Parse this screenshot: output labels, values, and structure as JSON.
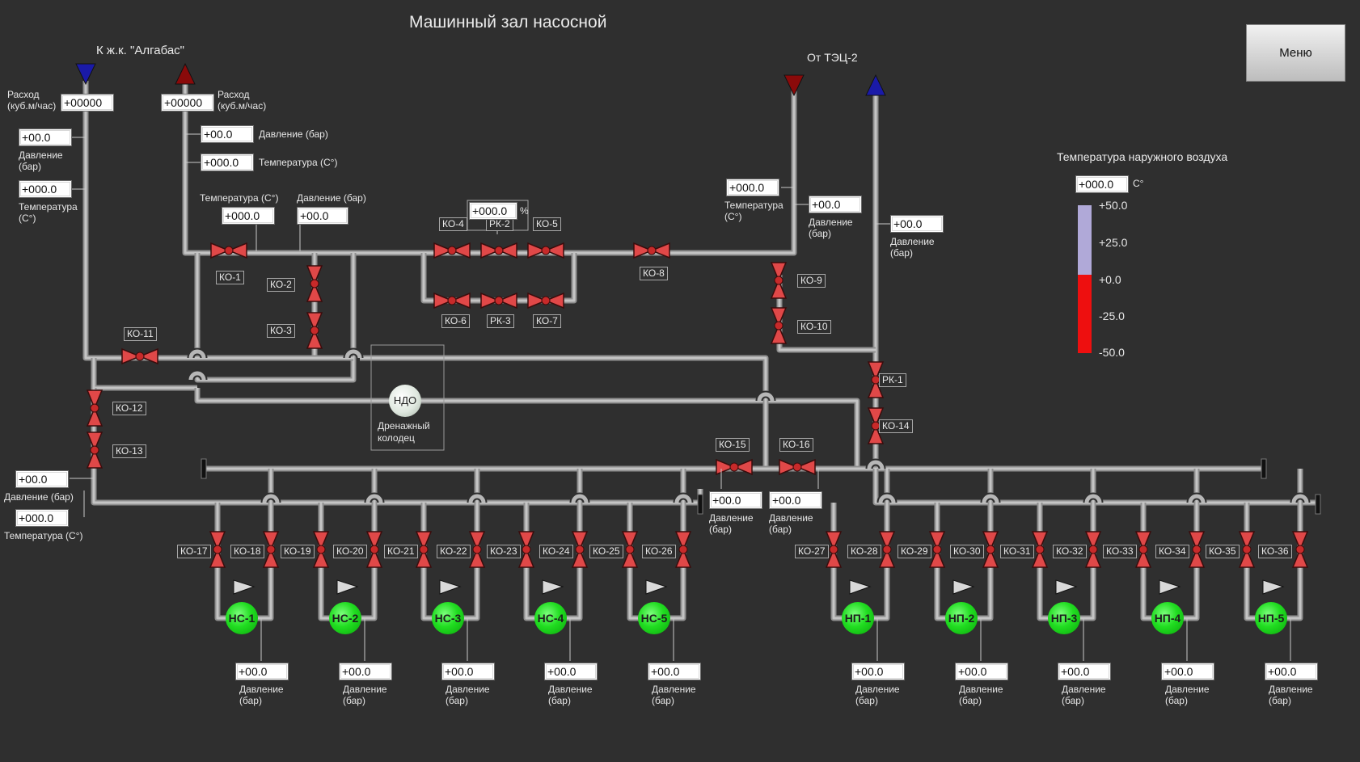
{
  "header": {
    "title": "Машинный зал насосной"
  },
  "menu_button": {
    "label": "Меню"
  },
  "directions": {
    "to_algabas": "К ж.к. \"Алгабас\"",
    "from_tec2": "От ТЭЦ-2"
  },
  "readouts": {
    "flow_left": {
      "label": "Расход\n(куб.м/час)",
      "value": "+00000"
    },
    "flow_right": {
      "label": "Расход\n(куб.м/час)",
      "value": "+00000"
    },
    "press_left": {
      "label": "Давление\n(бар)",
      "value": "+00.0"
    },
    "temp_left": {
      "label": "Температура\n(С°)",
      "value": "+000.0"
    },
    "press_return": {
      "label": "Давление (бар)",
      "value": "+00.0"
    },
    "temp_return": {
      "label": "Температура (С°)",
      "value": "+000.0"
    },
    "temp_mid": {
      "label": "Температура (С°)",
      "value": "+000.0"
    },
    "press_mid": {
      "label": "Давление (бар)",
      "value": "+00.0"
    },
    "rk2_percent": {
      "value": "+000.0",
      "unit": "%"
    },
    "temp_tec": {
      "label": "Температура\n(С°)",
      "value": "+000.0"
    },
    "press_tec": {
      "label": "Давление\n(бар)",
      "value": "+00.0"
    },
    "press_tec2": {
      "label": "Давление\n(бар)",
      "value": "+00.0"
    },
    "press_bottom_left": {
      "label": "Давление (бар)",
      "value": "+00.0"
    },
    "temp_bottom_left": {
      "label": "Температура (С°)",
      "value": "+000.0"
    },
    "press_ko15": {
      "label": "Давление\n(бар)",
      "value": "+00.0"
    },
    "press_ko16": {
      "label": "Давление\n(бар)",
      "value": "+00.0"
    }
  },
  "outdoor": {
    "title": "Температура наружного воздуха",
    "value": "+000.0",
    "unit": "С°",
    "ticks": [
      "+50.0",
      "+25.0",
      "+0.0",
      "-25.0",
      "-50.0"
    ],
    "fill_fraction": 0.53
  },
  "drain": {
    "pump": "НДО",
    "label": "Дренажный\nколодец"
  },
  "valves": [
    "КО-1",
    "КО-2",
    "КО-3",
    "КО-4",
    "РК-2",
    "КО-5",
    "КО-6",
    "РК-3",
    "КО-7",
    "КО-8",
    "КО-9",
    "КО-10",
    "КО-11",
    "КО-12",
    "КО-13",
    "РК-1",
    "КО-14",
    "КО-15",
    "КО-16",
    "КО-17",
    "КО-18",
    "КО-19",
    "КО-20",
    "КО-21",
    "КО-22",
    "КО-23",
    "КО-24",
    "КО-25",
    "КО-26",
    "КО-27",
    "КО-28",
    "КО-29",
    "КО-30",
    "КО-31",
    "КО-32",
    "КО-33",
    "КО-34",
    "КО-35",
    "КО-36"
  ],
  "pumps": [
    {
      "name": "НС-1",
      "pressure": "+00.0",
      "label": "Давление\n(бар)"
    },
    {
      "name": "НС-2",
      "pressure": "+00.0",
      "label": "Давление\n(бар)"
    },
    {
      "name": "НС-3",
      "pressure": "+00.0",
      "label": "Давление\n(бар)"
    },
    {
      "name": "НС-4",
      "pressure": "+00.0",
      "label": "Давление\n(бар)"
    },
    {
      "name": "НС-5",
      "pressure": "+00.0",
      "label": "Давление\n(бар)"
    },
    {
      "name": "НП-1",
      "pressure": "+00.0",
      "label": "Давление\n(бар)"
    },
    {
      "name": "НП-2",
      "pressure": "+00.0",
      "label": "Давление\n(бар)"
    },
    {
      "name": "НП-3",
      "pressure": "+00.0",
      "label": "Давление\n(бар)"
    },
    {
      "name": "НП-4",
      "pressure": "+00.0",
      "label": "Давление\n(бар)"
    },
    {
      "name": "НП-5",
      "pressure": "+00.0",
      "label": "Давление\n(бар)"
    }
  ],
  "colors": {
    "background": "#2f2f2f",
    "pipe": "#b7b7b7",
    "valve": "#e04848",
    "pump_on": "#22dd22",
    "supply_arrow": "#8a0a0a",
    "return_arrow": "#1a1aa8",
    "thermo_fill": "#ee0f0f",
    "thermo_empty": "#b0a9d8"
  }
}
